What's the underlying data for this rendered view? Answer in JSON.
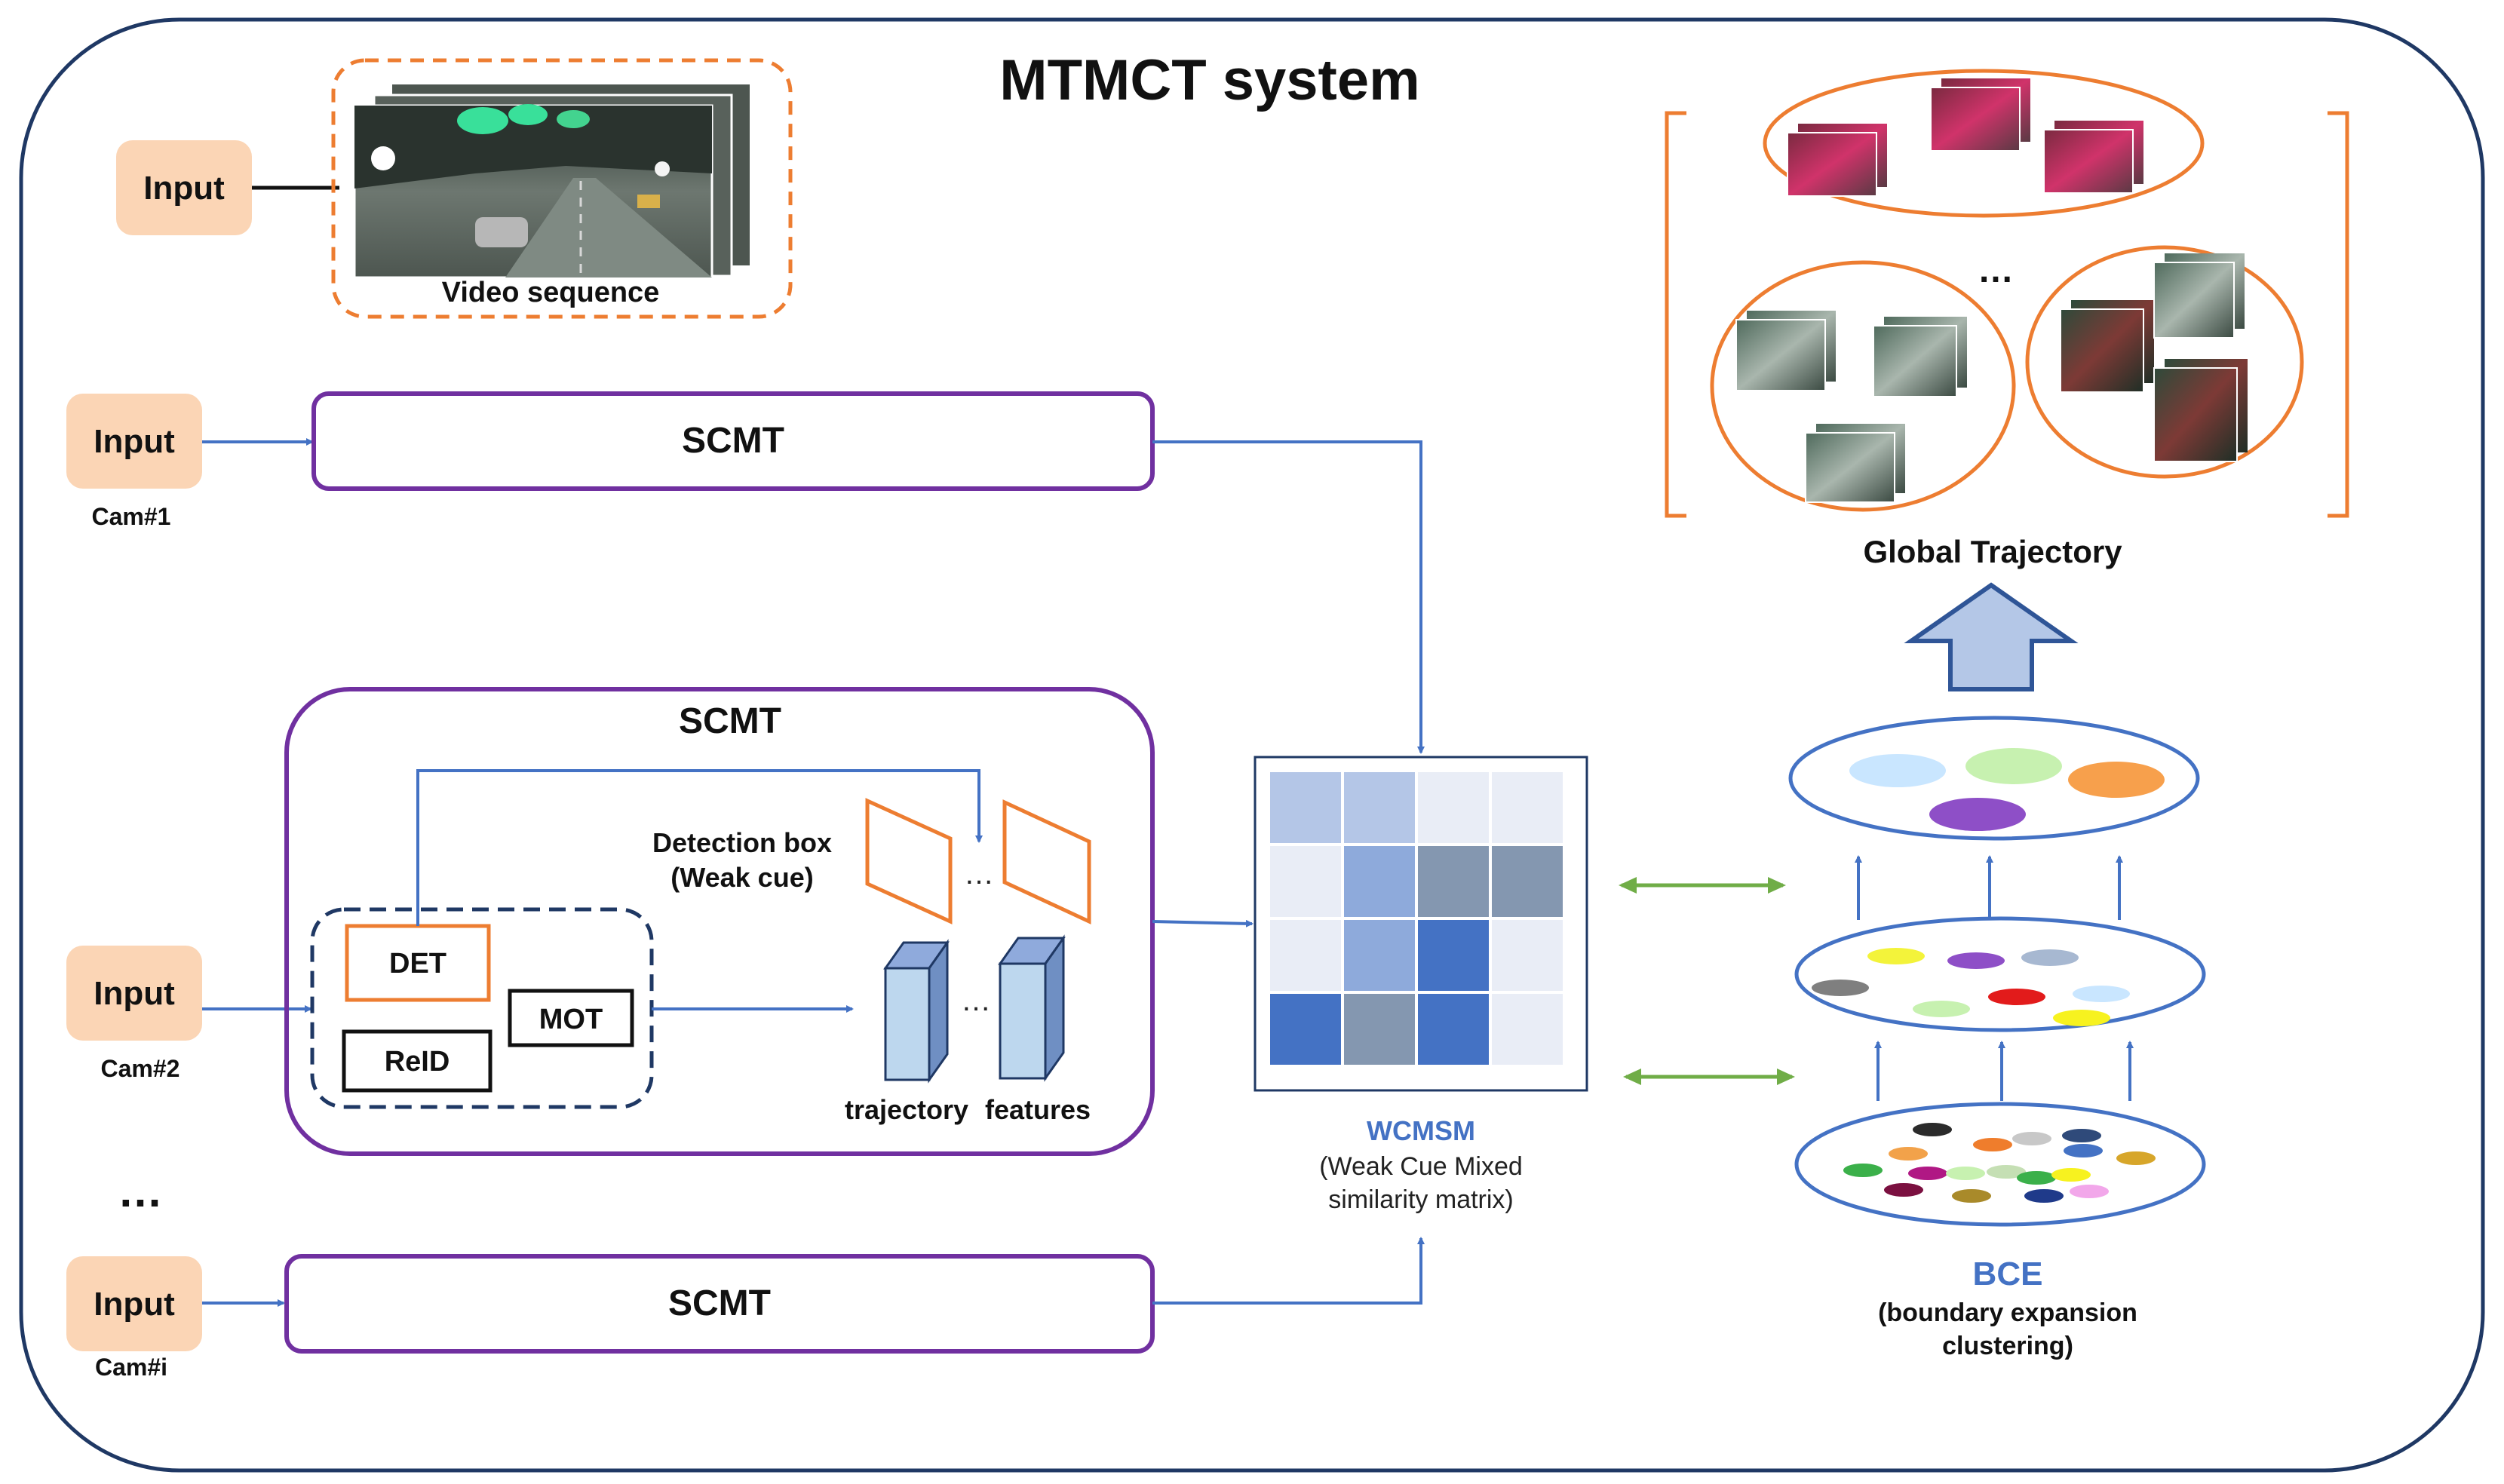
{
  "title": "MTMCT system",
  "top_input": {
    "label": "Input",
    "video_caption": "Video sequence"
  },
  "cameras": [
    {
      "input": "Input",
      "cam": "Cam#1",
      "module": "SCMT"
    },
    {
      "input": "Input",
      "cam": "Cam#2",
      "module": "SCMT"
    },
    {
      "input": "Input",
      "cam": "Cam#i",
      "module": "SCMT"
    }
  ],
  "camera_ellipsis": "…",
  "scmt_detail": {
    "title": "SCMT",
    "det": "DET",
    "reid": "ReID",
    "mot": "MOT",
    "detection_box_line1": "Detection box",
    "detection_box_line2": "(Weak cue)",
    "trajectory": "trajectory",
    "features": "features",
    "ellipsis": "…"
  },
  "wcmsm": {
    "name": "WCMSM",
    "desc_line1": "(Weak Cue Mixed",
    "desc_line2": "similarity  matrix)",
    "cell_colors": [
      [
        "#b4c6e7",
        "#b4c6e7",
        "#e9edf6",
        "#e9edf6"
      ],
      [
        "#e9edf6",
        "#8eaadb",
        "#8497b0",
        "#8497b0"
      ],
      [
        "#e9edf6",
        "#8eaadb",
        "#4472c4",
        "#e9edf6"
      ],
      [
        "#4472c4",
        "#8497b0",
        "#4472c4",
        "#e9edf6"
      ]
    ]
  },
  "bce": {
    "name": "BCE",
    "desc_line1": "(boundary expansion",
    "desc_line2": "clustering)"
  },
  "global": {
    "label": "Global Trajectory",
    "ellipsis": "…"
  },
  "colors": {
    "orange": "#ed7d31",
    "purple": "#7030a0",
    "blue": "#4472c4",
    "green": "#70ad47",
    "navy": "#1f3864",
    "input_fill": "#fbd5b5",
    "arrow_fill": "#b4c7e7",
    "arrow_stroke": "#2f5597"
  }
}
